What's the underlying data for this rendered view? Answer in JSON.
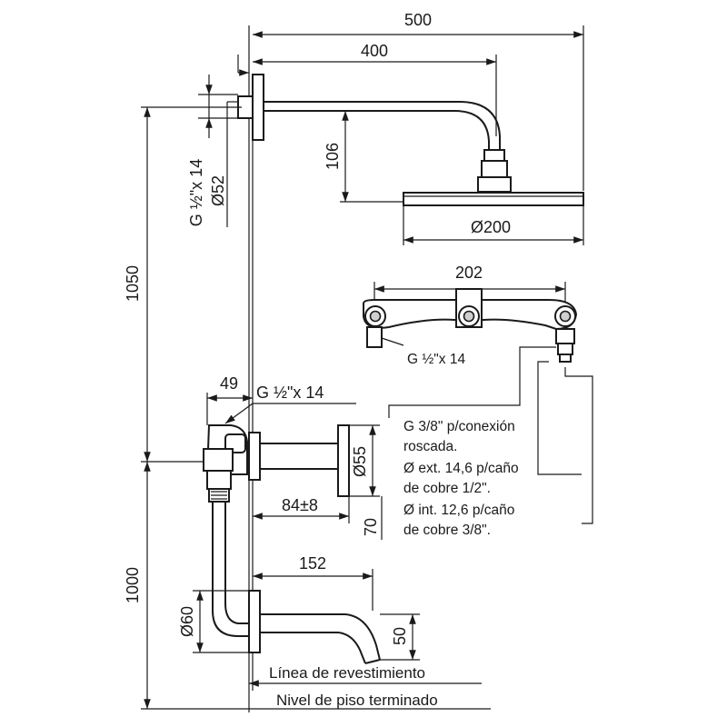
{
  "dimensions": {
    "d500": "500",
    "d400": "400",
    "d106": "106",
    "d200": "Ø200",
    "d202": "202",
    "d1050": "1050",
    "d1000": "1000",
    "d14": "G ½\"x 14",
    "d52": "Ø52",
    "d49": "49",
    "arm_thread": "G ½\"x 14",
    "valve_thread": "G ½\"x 14",
    "d55": "Ø55",
    "d84": "84±8",
    "d70": "70",
    "d152": "152",
    "d60": "Ø60",
    "d50": "50"
  },
  "notes": {
    "connection_line1": "G 3/8\" p/conexión",
    "connection_line2": "roscada.",
    "connection_line3": "Ø ext. 14,6 p/caño",
    "connection_line4": "de cobre 1/2\".",
    "connection_line5": "Ø int. 12,6 p/caño",
    "connection_line6": "de cobre 3/8\"."
  },
  "references": {
    "wall_line": "Línea de revestimiento",
    "floor_line": "Nivel de piso terminado"
  }
}
